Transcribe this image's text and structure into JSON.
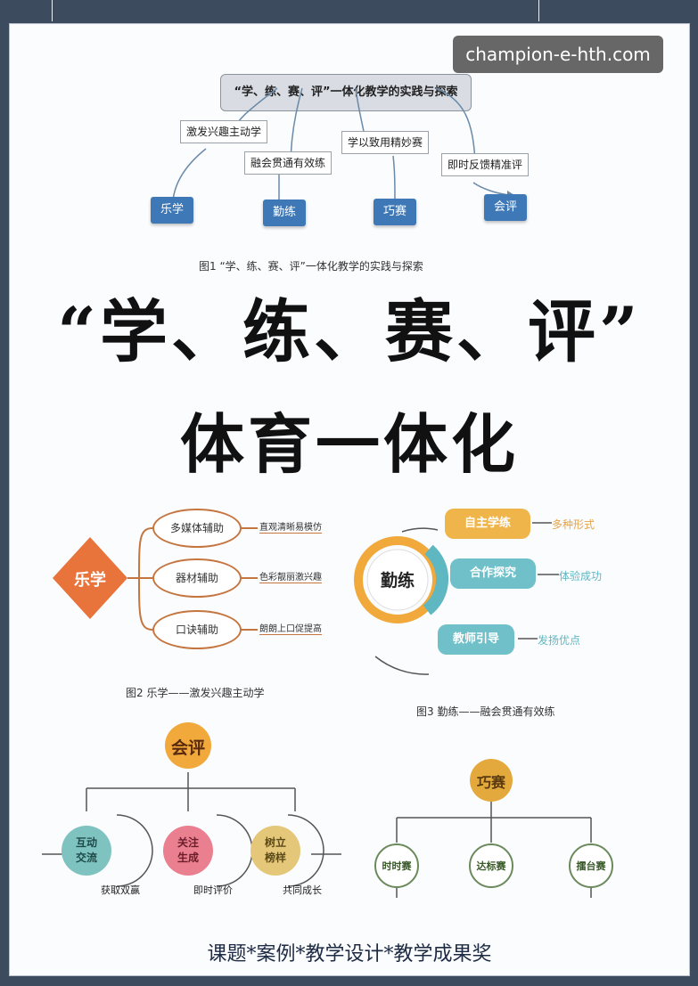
{
  "watermark": "champion-e-hth.com",
  "fig1": {
    "root": "“学、练、赛、评”一体化教学的实践与探索",
    "labels": [
      "激发兴趣主动学",
      "融会贯通有效练",
      "学以致用精妙赛",
      "即时反馈精准评"
    ],
    "nodes": [
      "乐学",
      "勤练",
      "巧赛",
      "会评"
    ],
    "caption": "图1 “学、练、赛、评”一体化教学的实践与探索",
    "colors": {
      "node": "#3f78b6",
      "root_bg": "#d9dde3"
    }
  },
  "title": {
    "line1": "“学、练、赛、评”",
    "line2": "体育一体化"
  },
  "fig2": {
    "center": "乐学",
    "items": [
      "多媒体辅助",
      "器材辅助",
      "口诀辅助"
    ],
    "notes": [
      "直观清晰易模仿",
      "色彩靓丽激兴趣",
      "朗朗上口促提高"
    ],
    "caption": "图2 乐学——激发兴趣主动学",
    "colors": {
      "diamond": "#e8743b",
      "line": "#c5753f"
    }
  },
  "fig3": {
    "center": "勤练",
    "items": [
      "自主学练",
      "合作探究",
      "教师引导"
    ],
    "notes": [
      "多种形式",
      "体验成功",
      "发扬优点"
    ],
    "caption": "图3 勤练——融会贯通有效练",
    "colors": {
      "item1": "#f0b54a",
      "item2": "#6fc0c8",
      "item3": "#6fc0c8",
      "ring_orange": "#f0a93a",
      "ring_blue": "#5fb7c2"
    }
  },
  "fig4": {
    "root": "会评",
    "children": [
      "互动\n交流",
      "关注\n生成",
      "树立\n榜样"
    ],
    "notes": [
      "获取双赢",
      "即时评价",
      "共同成长"
    ],
    "colors": {
      "root": "#f0a93a",
      "c1": "#7fc3c0",
      "c2": "#ea7f8f",
      "c3": "#e5c77a"
    }
  },
  "fig5": {
    "root": "巧赛",
    "children": [
      "时时赛",
      "达标赛",
      "擂台赛"
    ],
    "colors": {
      "root": "#e4a93c",
      "child_border": "#6b8a5c"
    }
  },
  "footer": "课题*案例*教学设计*教学成果奖"
}
